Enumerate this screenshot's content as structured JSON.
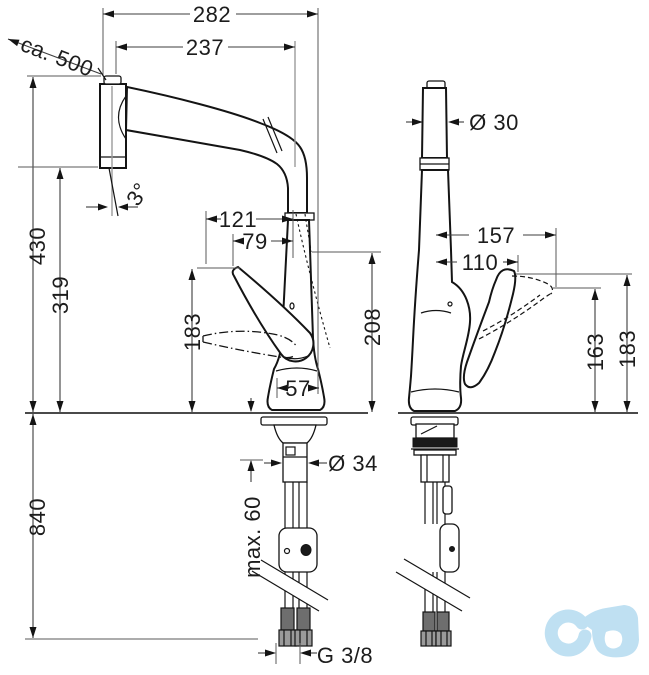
{
  "dims_left": {
    "reach_total": "282",
    "reach_front": "237",
    "pullout_hose": "ca. 500",
    "spray_angle": "3°",
    "height_total": "430",
    "height_outlet": "319",
    "hose_below": "840",
    "lever_x": "121",
    "lever_x2": "79",
    "lever_height": "183",
    "clearance": "208",
    "base_width": "57",
    "mount_max": "max. 60",
    "shank_dia": "Ø 34",
    "thread": "G 3/8"
  },
  "dims_right": {
    "body_dia": "Ø 30",
    "lever_reach": "157",
    "lever_top_x": "110",
    "lever_height_rest": "163",
    "lever_height_raised": "183"
  },
  "logo": {
    "color": "#bfe0f2"
  }
}
